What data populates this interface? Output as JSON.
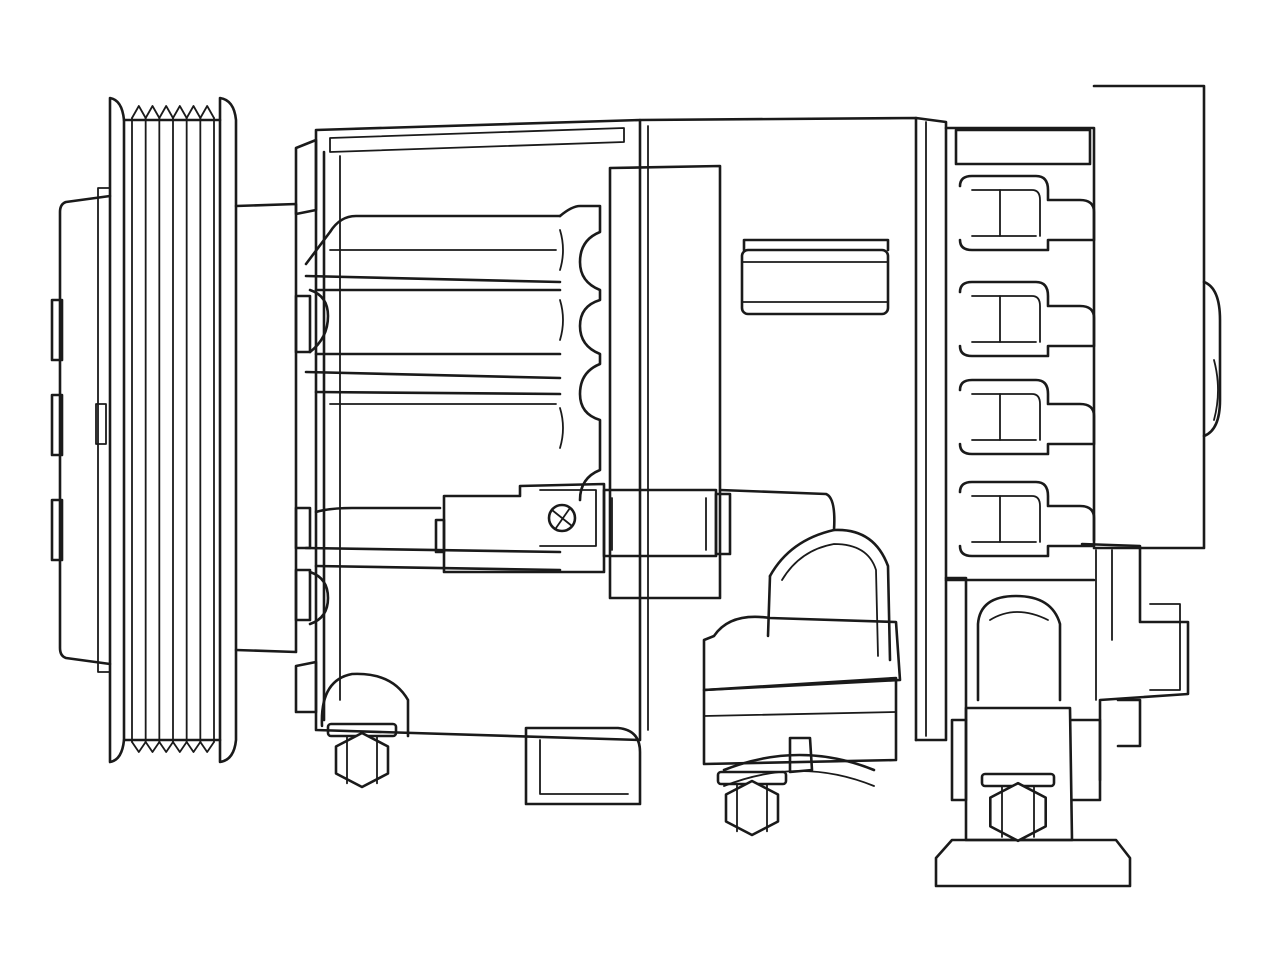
{
  "figure": {
    "subject": "ac-compressor-line-drawing",
    "colors": {
      "line": "#1a1a1a",
      "background": "#ffffff"
    },
    "pulley_grooves": 7,
    "cooling_fins": 4,
    "bolts": 4
  }
}
